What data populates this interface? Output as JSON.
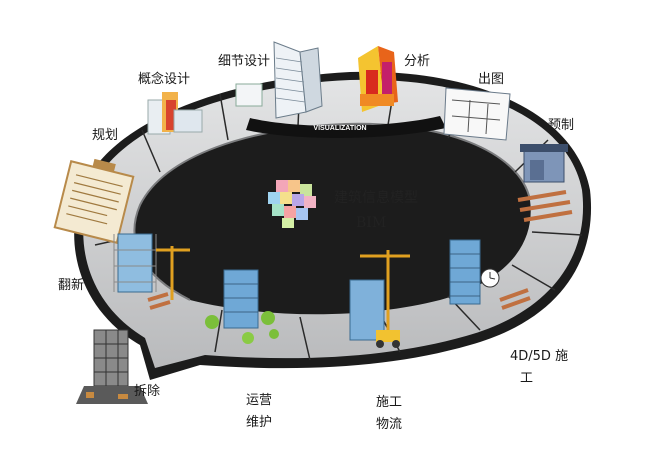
{
  "center": {
    "title": "建筑信息模型",
    "subtitle": "BIM"
  },
  "ring_banner": "VISUALIZATION",
  "stages": {
    "planning": "规划",
    "concept": "概念设计",
    "detail": "细节设计",
    "analysis": "分析",
    "drawing": "出图",
    "prefab": "预制",
    "construction_4d5d_line1": "4D/5D 施",
    "construction_4d5d_line2": "工",
    "logistics_line1": "施工",
    "logistics_line2": "物流",
    "operation_line1": "运营",
    "operation_line2": "维护",
    "demolition": "拆除",
    "renovation": "翻新"
  },
  "colors": {
    "ring_top": "#cfd0d2",
    "ring_edge": "#1c1c1c",
    "ring_side": "#8a8b8d"
  }
}
